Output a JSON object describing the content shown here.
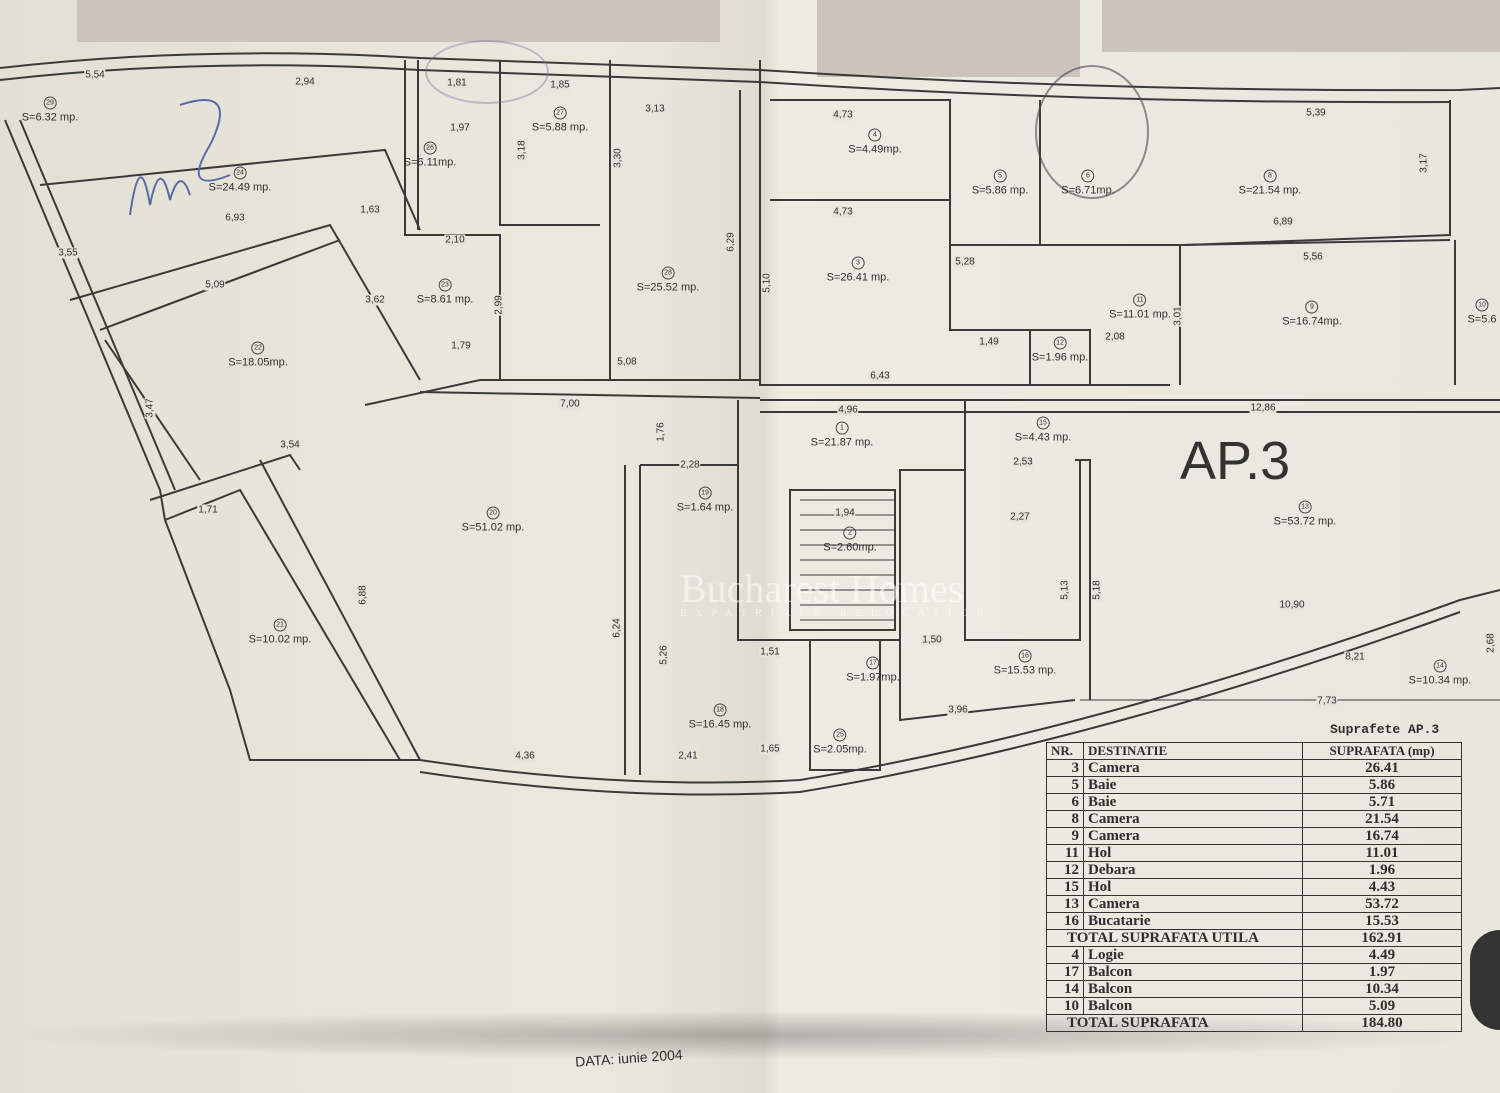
{
  "apartment_label": "AP.3",
  "date_label": "DATA: iunie 2004",
  "watermark": {
    "name": "Bucharest Homes",
    "sub": "EXPATRIATE RELOCATION"
  },
  "rooms": [
    {
      "nr": "29",
      "area": "S=6.32 mp."
    },
    {
      "nr": "24",
      "area": "S=24.49 mp."
    },
    {
      "nr": "26",
      "area": "S=6.11mp."
    },
    {
      "nr": "27",
      "area": "S=5.88 mp."
    },
    {
      "nr": "28",
      "area": "S=25.52 mp."
    },
    {
      "nr": "23",
      "area": "S=8.61 mp."
    },
    {
      "nr": "22",
      "area": "S=18.05mp."
    },
    {
      "nr": "20",
      "area": "S=51.02 mp."
    },
    {
      "nr": "21",
      "area": "S=10.02 mp."
    },
    {
      "nr": "19",
      "area": "S=1.64 mp."
    },
    {
      "nr": "18",
      "area": "S=16.45 mp."
    },
    {
      "nr": "1",
      "area": "S=21.87 mp."
    },
    {
      "nr": "2",
      "area": "S=2.60mp."
    },
    {
      "nr": "15",
      "area": "S=4.43 mp."
    },
    {
      "nr": "16",
      "area": "S=15.53 mp."
    },
    {
      "nr": "17",
      "area": "S=1.97mp."
    },
    {
      "nr": "25",
      "area": "S=2.05mp."
    },
    {
      "nr": "4",
      "area": "S=4.49mp."
    },
    {
      "nr": "5",
      "area": "S=5.86 mp."
    },
    {
      "nr": "6",
      "area": "S=6.71mp."
    },
    {
      "nr": "3",
      "area": "S=26.41 mp."
    },
    {
      "nr": "8",
      "area": "S=21.54 mp."
    },
    {
      "nr": "11",
      "area": "S=11.01 mp."
    },
    {
      "nr": "12",
      "area": "S=1.96 mp."
    },
    {
      "nr": "9",
      "area": "S=16.74mp."
    },
    {
      "nr": "13",
      "area": "S=53.72 mp."
    },
    {
      "nr": "14",
      "area": "S=10.34 mp."
    },
    {
      "nr": "10",
      "area": "S=5.6"
    }
  ],
  "dimensions": [
    "5,54",
    "2,94",
    "1,81",
    "1,85",
    "3,13",
    "1,97",
    "3,18",
    "3,30",
    "6,93",
    "1,63",
    "2,10",
    "5,09",
    "3,62",
    "3,55",
    "2,99",
    "6,29",
    "1,79",
    "5,08",
    "7,00",
    "3,54",
    "3,47",
    "1,71",
    "6,88",
    "4,36",
    "2,41",
    "1,65",
    "6,24",
    "5,26",
    "2,28",
    "1,76",
    "4,73",
    "4,73",
    "5,10",
    "6,43",
    "4,96",
    "5,28",
    "1,49",
    "2,08",
    "3,01",
    "5,39",
    "3,17",
    "6,89",
    "5,56",
    "12,86",
    "2,53",
    "2,27",
    "5,13",
    "5,18",
    "1,94",
    "1,51",
    "1,50",
    "3,96",
    "10,90",
    "8,21",
    "7,73",
    "2,68"
  ],
  "table": {
    "title": "Suprafete AP.3",
    "headers": {
      "nr": "NR.",
      "dest": "DESTINATIE",
      "val": "SUPRAFATA (mp)"
    },
    "rows": [
      {
        "nr": "3",
        "dest": "Camera",
        "val": "26.41"
      },
      {
        "nr": "5",
        "dest": "Baie",
        "val": "5.86"
      },
      {
        "nr": "6",
        "dest": "Baie",
        "val": "5.71"
      },
      {
        "nr": "8",
        "dest": "Camera",
        "val": "21.54"
      },
      {
        "nr": "9",
        "dest": "Camera",
        "val": "16.74"
      },
      {
        "nr": "11",
        "dest": "Hol",
        "val": "11.01"
      },
      {
        "nr": "12",
        "dest": "Debara",
        "val": "1.96"
      },
      {
        "nr": "15",
        "dest": "Hol",
        "val": "4.43"
      },
      {
        "nr": "13",
        "dest": "Camera",
        "val": "53.72"
      },
      {
        "nr": "16",
        "dest": "Bucatarie",
        "val": "15.53"
      }
    ],
    "total_util": {
      "label": "TOTAL SUPRAFATA UTILA",
      "val": "162.91"
    },
    "rows2": [
      {
        "nr": "4",
        "dest": "Logie",
        "val": "4.49"
      },
      {
        "nr": "17",
        "dest": "Balcon",
        "val": "1.97"
      },
      {
        "nr": "14",
        "dest": "Balcon",
        "val": "10.34"
      },
      {
        "nr": "10",
        "dest": "Balcon",
        "val": "5.09"
      }
    ],
    "total": {
      "label": "TOTAL SUPRAFATA",
      "val": "184.80"
    }
  }
}
